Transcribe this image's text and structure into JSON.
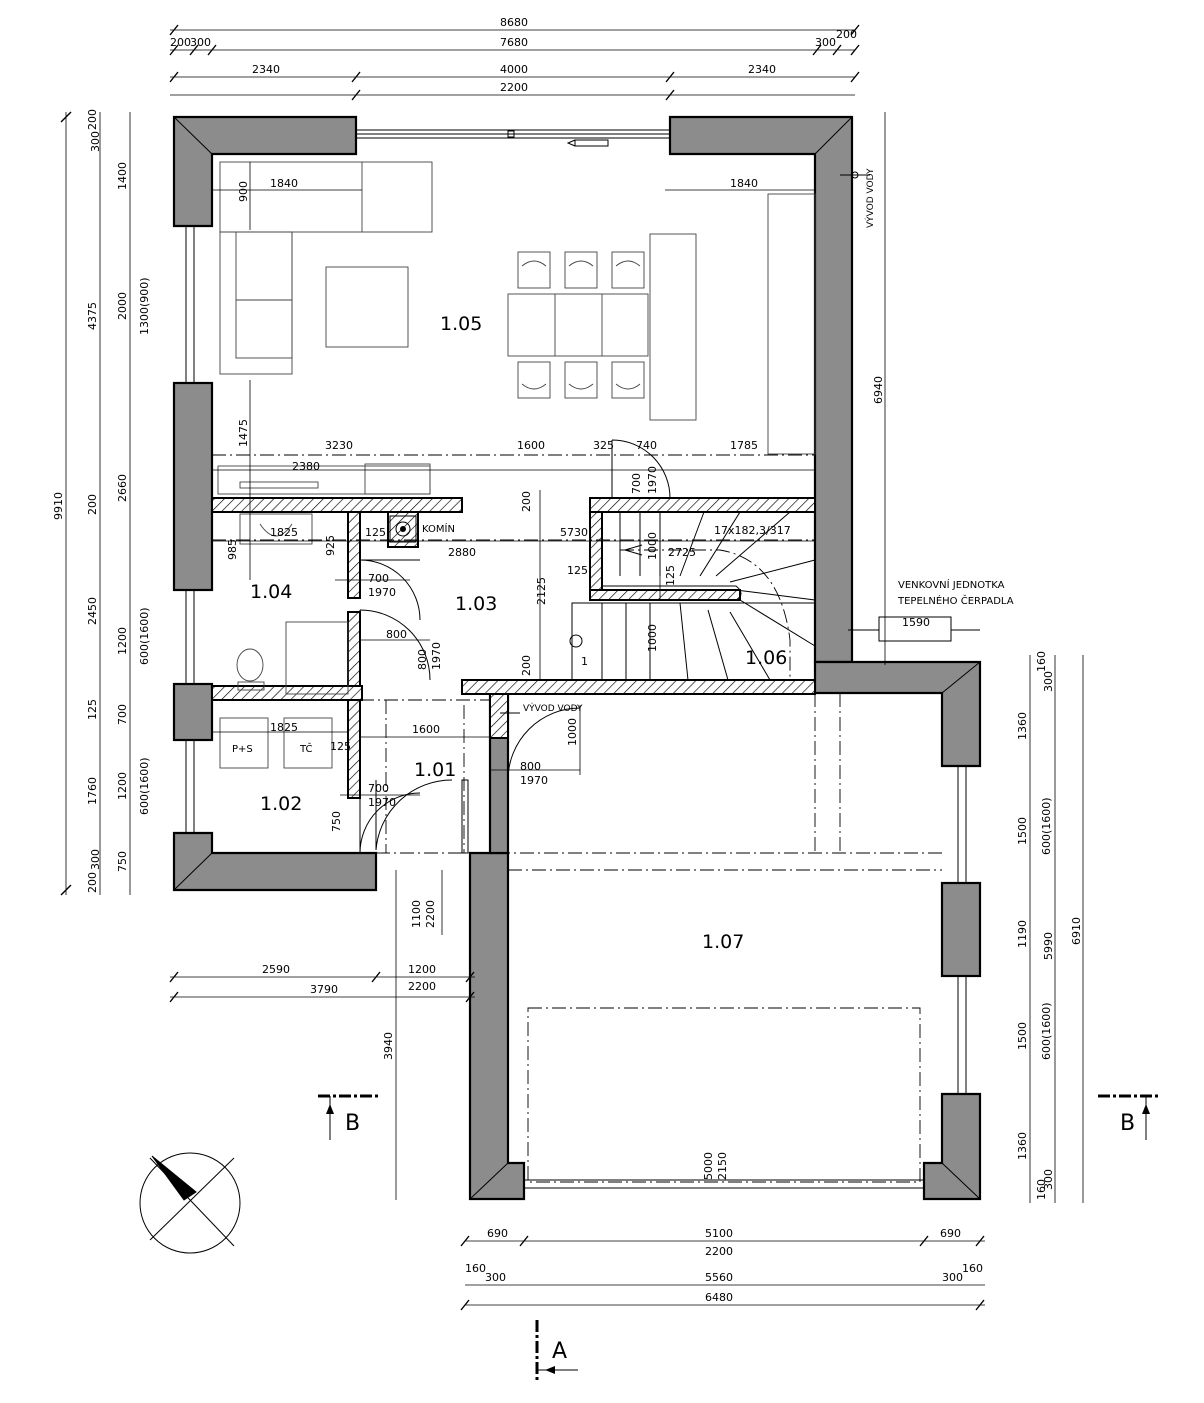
{
  "rooms": {
    "r105": "1.05",
    "r104": "1.04",
    "r103": "1.03",
    "r106": "1.06",
    "r101": "1.01",
    "r102": "1.02",
    "r107": "1.07"
  },
  "labels": {
    "komin": "KOMÍN",
    "vyvod_vody_1": "VÝVOD VODY",
    "vyvod_vody_2": "VÝVOD VODY",
    "venkovni_1": "VENKOVNÍ JEDNOTKA",
    "venkovni_2": "TEPELNÉHO ČERPADLA",
    "stair": "17x182,3/317",
    "ps": "P+S",
    "tc": "TČ",
    "stair_first": "1",
    "section_b": "B",
    "section_a": "A"
  },
  "dims": {
    "top": [
      "8680",
      "200",
      "300",
      "7680",
      "300",
      "200",
      "2340",
      "4000",
      "2340",
      "2200"
    ],
    "left_outer": [
      "9910"
    ],
    "left_mid": [
      "200",
      "4375",
      "200",
      "2450",
      "125",
      "1760",
      "200"
    ],
    "left_inner": [
      "300",
      "1400",
      "2000",
      "1300(900)",
      "2660",
      "1200",
      "600(1600)",
      "700",
      "1200",
      "600(1600)",
      "300",
      "750"
    ],
    "right_main": [
      "6940",
      "1590"
    ],
    "right_garage_a": [
      "160",
      "300",
      "1360",
      "1500",
      "600(1600)",
      "1190",
      "1500",
      "600(1600)",
      "1360",
      "300",
      "160"
    ],
    "right_garage_b": [
      "5990",
      "6910"
    ],
    "bottom": [
      "690",
      "5100",
      "690",
      "2200",
      "160",
      "300",
      "5560",
      "300",
      "160",
      "6480"
    ],
    "lower_left": [
      "2590",
      "1200",
      "3790",
      "2200",
      "3940",
      "1100",
      "2200"
    ],
    "interior": [
      "1840",
      "900",
      "1840",
      "1475",
      "3230",
      "1600",
      "325",
      "740",
      "1785",
      "2380",
      "1825",
      "125",
      "985",
      "925",
      "2880",
      "5730",
      "200",
      "700",
      "1970",
      "1000",
      "2725",
      "125",
      "700",
      "1970",
      "800",
      "800",
      "1970",
      "2125",
      "125",
      "1000",
      "200",
      "1825",
      "125",
      "1600",
      "800",
      "1970",
      "1000",
      "700",
      "1970",
      "750",
      "5000",
      "2150"
    ]
  }
}
